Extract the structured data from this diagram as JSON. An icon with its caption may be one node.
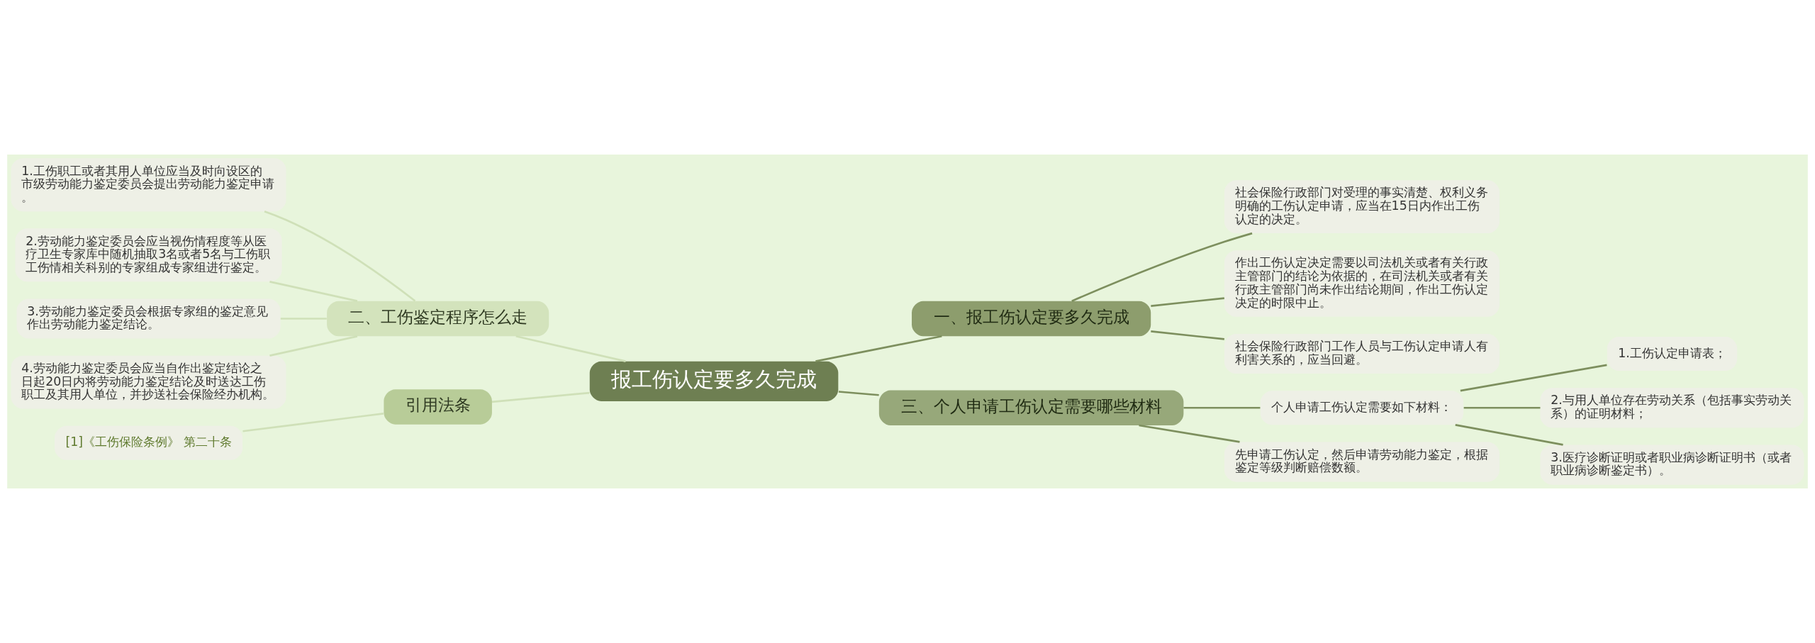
{
  "diagram": {
    "nodes": [
      {
        "text": [
          "报工伤认定要多久完成"
        ]
      },
      {
        "text": [
          "一、报工伤认定要多久完成"
        ]
      },
      {
        "text": [
          "社会保险行政部门对受理的事实清楚、权利义务明确的工伤认定申请，应当在15日内作出工伤认定的决定。"
        ]
      },
      {
        "text": [
          "作出工伤认定决定需要以司法机关或者有关行政主管部门的结论为依据的，在司法机关或者有关行政主管部门尚未作出结论期间，作出工伤认定决定的时限中止。"
        ]
      },
      {
        "text": [
          "社会保险行政部门工作人员与工伤认定申请人有利害关系的，应当回避。"
        ]
      },
      {
        "text": [
          "三、个人申请工伤认定需要哪些材料"
        ]
      },
      {
        "text": [
          "个人申请工伤认定需要如下材料："
        ]
      },
      {
        "text": [
          "1.工伤认定申请表；"
        ]
      },
      {
        "text": [
          "2.与用人单位存在劳动关系（包括事实劳动关系）的证明材料；"
        ]
      },
      {
        "text": [
          "3.医疗诊断证明或者职业病诊断证明书（或者职业病诊断鉴定书）。"
        ]
      },
      {
        "text": [
          "先申请工伤认定，然后申请劳动能力鉴定，根据鉴定等级判断赔偿数额。"
        ]
      },
      {
        "text": [
          "二、工伤鉴定程序怎么走"
        ]
      },
      {
        "text": [
          "1.工伤职工或者其用人单位应当及时向设区的市级劳动能力鉴定委员会提出劳动能力鉴定申请。"
        ]
      },
      {
        "text": [
          "2.劳动能力鉴定委员会应当视伤情程度等从医疗卫生专家库中随机抽取3名或者5名与工伤职工伤情相关科别的专家组成专家组进行鉴定。"
        ]
      },
      {
        "text": [
          "3.劳动能力鉴定委员会根据专家组的鉴定意见作出劳动能力鉴定结论。"
        ]
      },
      {
        "text": [
          "4.劳动能力鉴定委员会应当自作出鉴定结论之日起20日内将劳动能力鉴定结论及时送达工伤职工及其用人单位，并抄送社会保险经办机构。"
        ]
      },
      {
        "text": [
          "引用法条"
        ]
      },
      {
        "text": [
          "[1]《工伤保险条例》 第二十条"
        ]
      }
    ],
    "edges": [
      {
        "from": 0,
        "to": 1,
        "arrow": "none"
      },
      {
        "from": 1,
        "to": 2,
        "arrow": "none"
      },
      {
        "from": 1,
        "to": 3,
        "arrow": "none"
      },
      {
        "from": 1,
        "to": 4,
        "arrow": "none"
      },
      {
        "from": 0,
        "to": 5,
        "arrow": "none"
      },
      {
        "from": 5,
        "to": 6,
        "arrow": "none"
      },
      {
        "from": 6,
        "to": 7,
        "arrow": "none"
      },
      {
        "from": 6,
        "to": 8,
        "arrow": "none"
      },
      {
        "from": 6,
        "to": 9,
        "arrow": "none"
      },
      {
        "from": 5,
        "to": 10,
        "arrow": "none"
      },
      {
        "from": 0,
        "to": 11,
        "arrow": "none",
        "color": "#cfe0b8"
      },
      {
        "from": 11,
        "to": 12,
        "arrow": "none",
        "color": "#cfe0b8"
      },
      {
        "from": 11,
        "to": 13,
        "arrow": "none",
        "color": "#cfe0b8"
      },
      {
        "from": 11,
        "to": 14,
        "arrow": "none",
        "color": "#cfe0b8"
      },
      {
        "from": 11,
        "to": 15,
        "arrow": "none",
        "color": "#cfe0b8"
      },
      {
        "from": 0,
        "to": 16,
        "arrow": "none",
        "color": "#cfe0b8"
      },
      {
        "from": 16,
        "to": 17,
        "arrow": "none",
        "color": "#cfe0b8"
      }
    ]
  }
}
